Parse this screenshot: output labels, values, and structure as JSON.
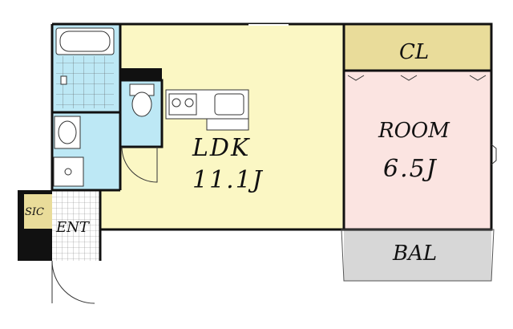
{
  "plan": {
    "rooms": {
      "ldk": {
        "name": "LDK",
        "size": "11.1J"
      },
      "room": {
        "name": "ROOM",
        "size": "6.5J"
      },
      "closet": "CL",
      "balcony": "BAL",
      "entrance": "ENT",
      "storage": "SIC"
    },
    "colors": {
      "ldk": "#fbf7c4",
      "room": "#fbe4e1",
      "closet": "#e9dc9a",
      "balcony": "#d7d7d7",
      "bath": "#bde8f5",
      "storage": "#e9dc9a",
      "wall": "#111111"
    }
  }
}
